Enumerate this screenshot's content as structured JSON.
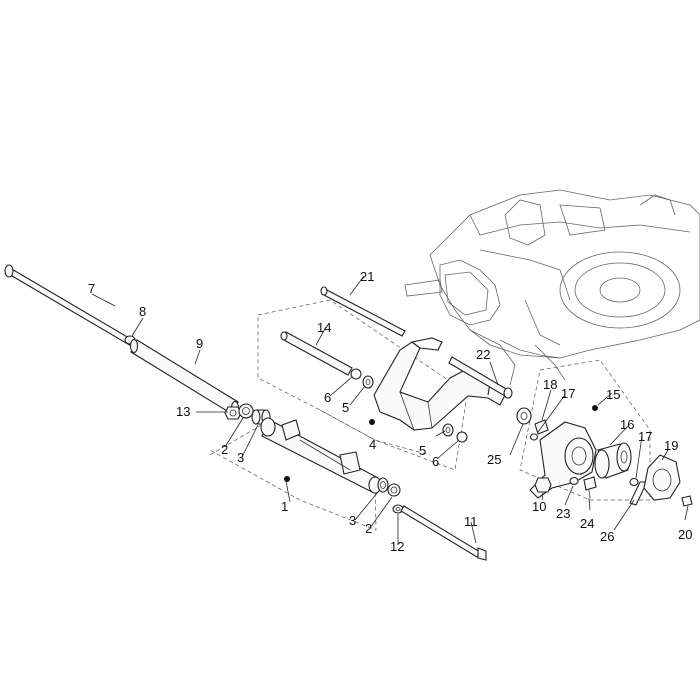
{
  "diagram": {
    "colors": {
      "line": "#222222",
      "background": "#ffffff"
    },
    "callouts": [
      {
        "id": "c1",
        "label": "1"
      },
      {
        "id": "c2a",
        "label": "2"
      },
      {
        "id": "c2b",
        "label": "2"
      },
      {
        "id": "c3a",
        "label": "3"
      },
      {
        "id": "c3b",
        "label": "3"
      },
      {
        "id": "c4",
        "label": "4"
      },
      {
        "id": "c5a",
        "label": "5"
      },
      {
        "id": "c5b",
        "label": "5"
      },
      {
        "id": "c6a",
        "label": "6"
      },
      {
        "id": "c6b",
        "label": "6"
      },
      {
        "id": "c7",
        "label": "7"
      },
      {
        "id": "c8",
        "label": "8"
      },
      {
        "id": "c9",
        "label": "9"
      },
      {
        "id": "c10",
        "label": "10"
      },
      {
        "id": "c11",
        "label": "11"
      },
      {
        "id": "c12",
        "label": "12"
      },
      {
        "id": "c13",
        "label": "13"
      },
      {
        "id": "c14",
        "label": "14"
      },
      {
        "id": "c15",
        "label": "15"
      },
      {
        "id": "c16",
        "label": "16"
      },
      {
        "id": "c17a",
        "label": "17"
      },
      {
        "id": "c17b",
        "label": "17"
      },
      {
        "id": "c18",
        "label": "18"
      },
      {
        "id": "c19",
        "label": "19"
      },
      {
        "id": "c20",
        "label": "20"
      },
      {
        "id": "c21",
        "label": "21"
      },
      {
        "id": "c22",
        "label": "22"
      },
      {
        "id": "c23",
        "label": "23"
      },
      {
        "id": "c24",
        "label": "24"
      },
      {
        "id": "c25",
        "label": "25"
      },
      {
        "id": "c26",
        "label": "26"
      }
    ]
  }
}
